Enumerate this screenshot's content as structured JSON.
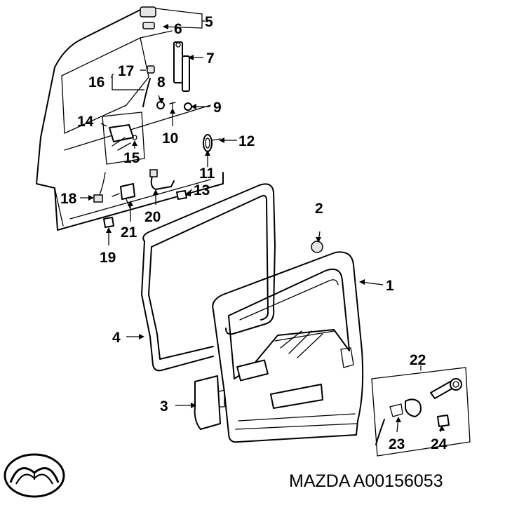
{
  "callouts": {
    "c1": "1",
    "c2": "2",
    "c3": "3",
    "c4": "4",
    "c5": "5",
    "c6": "6",
    "c7": "7",
    "c8": "8",
    "c9": "9",
    "c10": "10",
    "c11": "11",
    "c12": "12",
    "c13": "13",
    "c14": "14",
    "c15": "15",
    "c16": "16",
    "c17": "17",
    "c18": "18",
    "c19": "19",
    "c20": "20",
    "c21": "21",
    "c22": "22",
    "c23": "23",
    "c24": "24"
  },
  "caption": "MAZDA A00156053",
  "logo_icon": "mazda-logo"
}
